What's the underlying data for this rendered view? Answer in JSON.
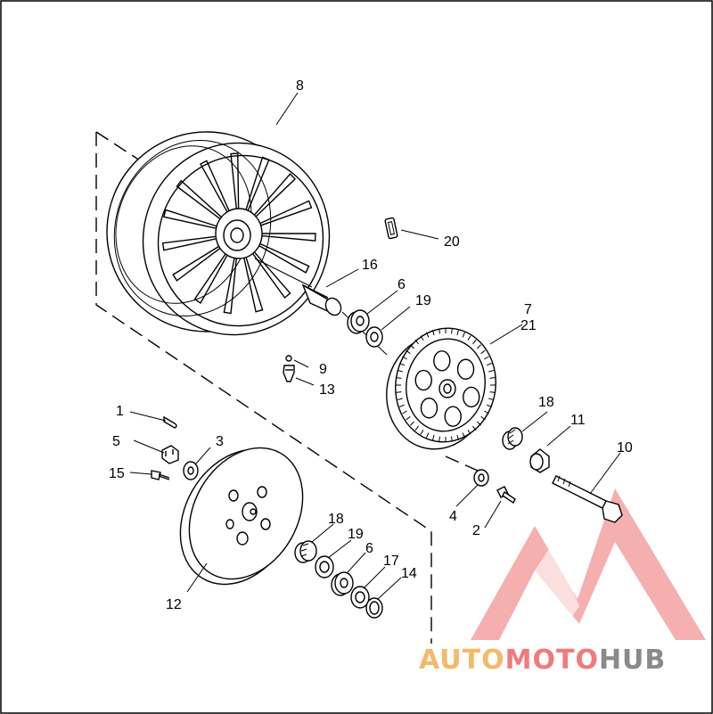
{
  "callouts": {
    "c1": "1",
    "c2": "2",
    "c3": "3",
    "c4": "4",
    "c5": "5",
    "c6a": "6",
    "c6b": "6",
    "c7": "7",
    "c8": "8",
    "c9": "9",
    "c10": "10",
    "c11": "11",
    "c12": "12",
    "c13": "13",
    "c14": "14",
    "c15": "15",
    "c16": "16",
    "c17": "17",
    "c18a": "18",
    "c18b": "18",
    "c19a": "19",
    "c19b": "19",
    "c20": "20",
    "c21": "21"
  },
  "watermark": {
    "part1": "AUTO",
    "part2": "MOTO",
    "part3": "HUB",
    "color_part1": "#f5b96a",
    "color_part2": "#f07b7b",
    "color_part3": "#8a8a8a",
    "logo_color": "#f07b7b"
  },
  "colors": {
    "line": "#000000",
    "background": "#ffffff"
  }
}
